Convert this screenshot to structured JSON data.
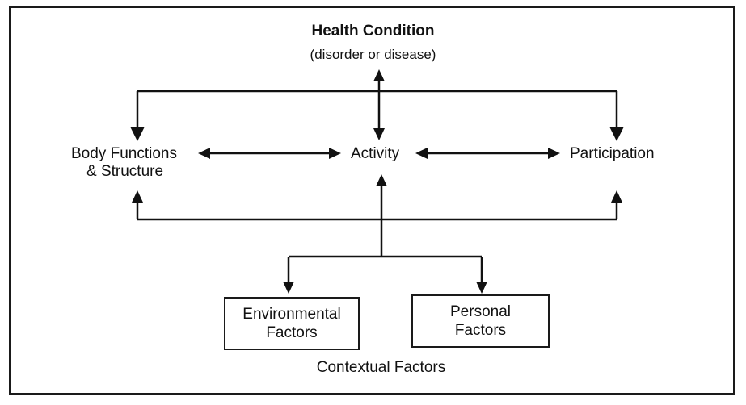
{
  "diagram": {
    "health_condition": {
      "title": "Health Condition",
      "subtitle": "(disorder or disease)"
    },
    "body_functions": {
      "line1": "Body Functions",
      "line2": "& Structure"
    },
    "activity": "Activity",
    "participation": "Participation",
    "environmental_factors": {
      "line1": "Environmental",
      "line2": "Factors"
    },
    "personal_factors": {
      "line1": "Personal",
      "line2": "Factors"
    },
    "contextual_factors": "Contextual Factors"
  }
}
